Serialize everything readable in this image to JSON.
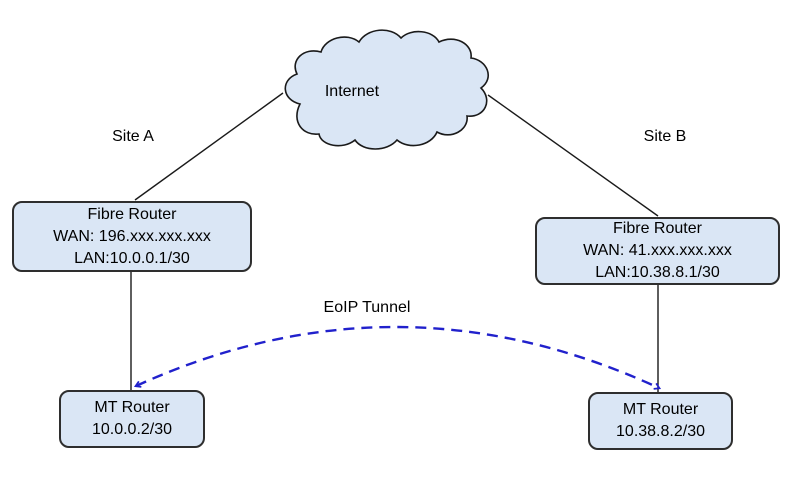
{
  "diagram": {
    "internet_label": "Internet",
    "site_a_label": "Site A",
    "site_b_label": "Site B",
    "tunnel_label": "EoIP Tunnel",
    "nodes": {
      "fibre_router_a": {
        "name": "Fibre Router",
        "wan": "WAN: 196.xxx.xxx.xxx",
        "lan": "LAN:10.0.0.1/30"
      },
      "fibre_router_b": {
        "name": "Fibre Router",
        "wan": "WAN: 41.xxx.xxx.xxx",
        "lan": "LAN:10.38.8.1/30"
      },
      "mt_router_a": {
        "name": "MT Router",
        "ip": "10.0.0.2/30"
      },
      "mt_router_b": {
        "name": "MT Router",
        "ip": "10.38.8.2/30"
      }
    },
    "colors": {
      "node_fill": "#dae6f5",
      "node_border": "#2e2e2e",
      "connector_line": "#1a1a1a",
      "tunnel_line": "#2121cc",
      "text": "#000000",
      "background": "#ffffff"
    }
  }
}
